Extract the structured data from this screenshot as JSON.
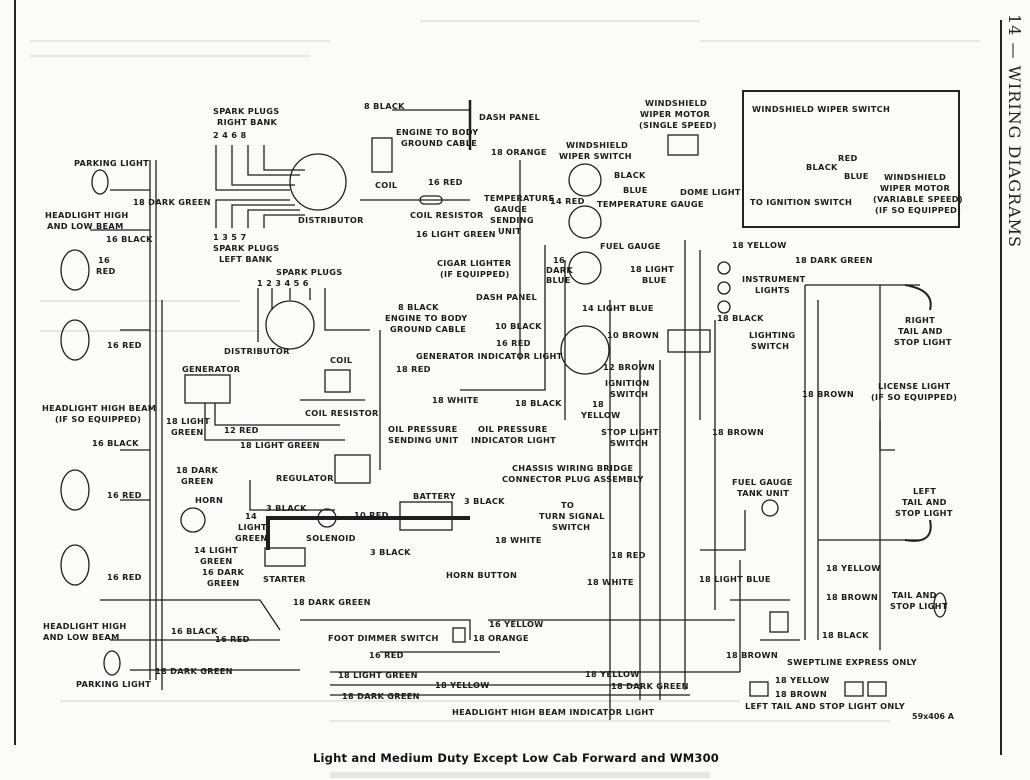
{
  "header": {
    "section_title": "14 — WIRING DIAGRAMS"
  },
  "caption": "Light and Medium Duty Except Low Cab Forward and WM300",
  "figure_number": "59x406 A",
  "inset": {
    "wiper_switch": "WINDSHIELD WIPER SWITCH",
    "red": "RED",
    "black": "BLACK",
    "blue": "BLUE",
    "to_ignition": "TO IGNITION SWITCH",
    "motor_1": "WINDSHIELD",
    "motor_2": "WIPER MOTOR",
    "motor_3": "(VARIABLE SPEED)",
    "motor_4": "(IF SO EQUIPPED)"
  },
  "labels": {
    "spark_plugs_right_1": "SPARK PLUGS",
    "spark_plugs_right_2": "RIGHT BANK",
    "right_bank_nums": "2   4   6   8",
    "left_bank_nums": "1   3   5   7",
    "spark_plugs_left_1": "SPARK PLUGS",
    "spark_plugs_left_2": "LEFT BANK",
    "distributor_1": "DISTRIBUTOR",
    "parking_light_top": "PARKING LIGHT",
    "dark_green_18_a": "18 DARK GREEN",
    "headlight_hl_1": "HEADLIGHT HIGH",
    "headlight_hl_2": "AND LOW BEAM",
    "black_16_a": "16 BLACK",
    "red_16_a": "16",
    "red_16_a2": "RED",
    "red_16_b": "16 RED",
    "black_8_a": "8 BLACK",
    "dash_panel_a": "DASH PANEL",
    "eng_body_1a": "ENGINE TO BODY",
    "eng_body_2a": "GROUND CABLE",
    "coil_a": "COIL",
    "red_16_coil": "16 RED",
    "coil_resistor_a": "COIL RESISTOR",
    "orange_18": "18 ORANGE",
    "temp_send_1": "TEMPERATURE",
    "temp_send_2": "GAUGE",
    "temp_send_3": "SENDING",
    "temp_send_4": "UNIT",
    "ws_switch_1": "WINDSHIELD",
    "ws_switch_2": "WIPER SWITCH",
    "black_w": "BLACK",
    "blue_w": "BLUE",
    "ws_motor_1": "WINDSHIELD",
    "ws_motor_2": "WIPER MOTOR",
    "ws_motor_3": "(SINGLE SPEED)",
    "red_14": "14 RED",
    "temp_gauge": "TEMPERATURE GAUGE",
    "dome_light": "DOME LIGHT",
    "light_green_16": "16 LIGHT GREEN",
    "cigar_1": "CIGAR LIGHTER",
    "cigar_2": "(IF EQUIPPED)",
    "dark_blue_1": "16",
    "dark_blue_2": "DARK",
    "dark_blue_3": "BLUE",
    "fuel_gauge": "FUEL GAUGE",
    "light_blue_18_1": "18 LIGHT",
    "light_blue_18_2": "BLUE",
    "yellow_18_dome": "18 YELLOW",
    "dark_green_18_b": "18 DARK GREEN",
    "instr_lights_1": "INSTRUMENT",
    "instr_lights_2": "LIGHTS",
    "black_18_a": "18 BLACK",
    "lighting_sw_1": "LIGHTING",
    "lighting_sw_2": "SWITCH",
    "right_tail_1": "RIGHT",
    "right_tail_2": "TAIL AND",
    "right_tail_3": "STOP LIGHT",
    "spark_plugs_2": "SPARK PLUGS",
    "plug_nums_2": "1   2   3   4   5   6",
    "black_8_b": "8 BLACK",
    "dash_panel_b": "DASH PANEL",
    "eng_body_1b": "ENGINE TO BODY",
    "eng_body_2b": "GROUND CABLE",
    "distributor_2": "DISTRIBUTOR",
    "coil_b": "COIL",
    "coil_resistor_b": "COIL RESISTOR",
    "light_blue_14": "14 LIGHT BLUE",
    "black_10": "10 BLACK",
    "brown_10": "10 BROWN",
    "red_16_c": "16 RED",
    "gen_ind_light": "GENERATOR INDICATOR LIGHT",
    "brown_12": "12 BROWN",
    "red_18_a": "18 RED",
    "ign_sw_1": "IGNITION",
    "ign_sw_2": "SWITCH",
    "generator": "GENERATOR",
    "white_18_a": "18 WHITE",
    "black_18_b": "18 BLACK",
    "yellow_18_a1": "18",
    "yellow_18_a2": "YELLOW",
    "brown_18_a": "18 BROWN",
    "license_1": "LICENSE LIGHT",
    "license_2": "(IF SO EQUIPPED)",
    "headlight_hb_1": "HEADLIGHT HIGH BEAM",
    "headlight_hb_2": "(IF SO EQUIPPED)",
    "light_green_18_a1": "18 LIGHT",
    "light_green_18_a2": "GREEN",
    "oil_send_1": "OIL PRESSURE",
    "oil_send_2": "SENDING UNIT",
    "oil_ind_1": "OIL PRESSURE",
    "oil_ind_2": "INDICATOR LIGHT",
    "red_12": "12 RED",
    "light_green_18_b": "18 LIGHT GREEN",
    "black_16_b": "16 BLACK",
    "stop_sw_1": "STOP LIGHT",
    "stop_sw_2": "SWITCH",
    "brown_18_b": "18 BROWN",
    "chassis_1": "CHASSIS WIRING BRIDGE",
    "chassis_2": "CONNECTOR PLUG ASSEMBLY",
    "dark_green_18_c1": "18 DARK",
    "dark_green_18_c2": "GREEN",
    "regulator": "REGULATOR",
    "horn": "HORN",
    "red_16_d": "16 RED",
    "battery": "BATTERY",
    "black_3_a": "3 BLACK",
    "black_3_b": "3 BLACK",
    "black_3_c": "3 BLACK",
    "red_10": "10 RED",
    "lg14_a1": "14",
    "lg14_a2": "LIGHT",
    "lg14_a3": "GREEN",
    "solenoid": "SOLENOID",
    "turn_sig_1": "TO",
    "turn_sig_2": "TURN SIGNAL",
    "turn_sig_3": "SWITCH",
    "fuel_tank_1": "FUEL GAUGE",
    "fuel_tank_2": "TANK UNIT",
    "left_tail_1": "LEFT",
    "left_tail_2": "TAIL AND",
    "left_tail_3": "STOP LIGHT",
    "white_18_b": "18 WHITE",
    "red_18_b": "18 RED",
    "lg14_b1": "14 LIGHT",
    "lg14_b2": "GREEN",
    "dg16_1": "16 DARK",
    "dg16_2": "GREEN",
    "red_16_e": "16 RED",
    "starter": "STARTER",
    "white_18_c": "18 WHITE",
    "light_blue_18_b": "18 LIGHT BLUE",
    "yellow_18_b": "18 YELLOW",
    "horn_button": "HORN BUTTON",
    "dark_green_18_d": "18 DARK GREEN",
    "brown_18_c": "18 BROWN",
    "tail_stop_1": "TAIL AND",
    "tail_stop_2": "STOP LIGHT",
    "headlight_hl_3": "HEADLIGHT HIGH",
    "headlight_hl_4": "AND LOW BEAM",
    "black_16_c": "16 BLACK",
    "red_16_f": "16 RED",
    "yellow_16": "16 YELLOW",
    "foot_dimmer": "FOOT DIMMER SWITCH",
    "orange_18_b": "18 ORANGE",
    "red_16_g": "16 RED",
    "black_18_c": "18 BLACK",
    "brown_18_d": "18 BROWN",
    "dark_green_18_e": "18 DARK GREEN",
    "parking_light_bot": "PARKING LIGHT",
    "light_green_18_c": "18 LIGHT GREEN",
    "yellow_18_c": "18 YELLOW",
    "dark_green_18_f": "18 DARK GREEN",
    "yellow_18_d": "18 YELLOW",
    "dark_green_18_g": "18 DARK GREEN",
    "sweptline": "SWEPTLINE EXPRESS ONLY",
    "yellow_18_e": "18 YELLOW",
    "brown_18_e": "18 BROWN",
    "left_tail_only": "LEFT TAIL AND STOP LIGHT ONLY",
    "hb_indicator": "HEADLIGHT HIGH BEAM INDICATOR LIGHT"
  }
}
